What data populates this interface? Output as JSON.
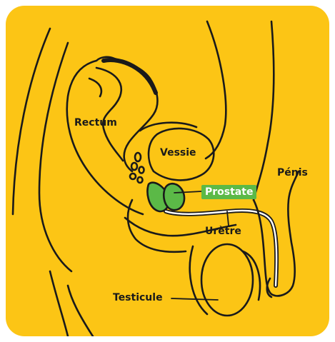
{
  "labels": {
    "rectum": "Rectum",
    "vessie": "Vessie",
    "prostate": "Prostate",
    "penis": "Pénis",
    "uretre": "Urètre",
    "testicule": "Testicule"
  },
  "colors": {
    "background": "#FCC515",
    "outline": "#1a1a1a",
    "prostate_fill": "#5BB947",
    "prostate_badge": "#5BB947",
    "urethra": "#ffffff"
  }
}
